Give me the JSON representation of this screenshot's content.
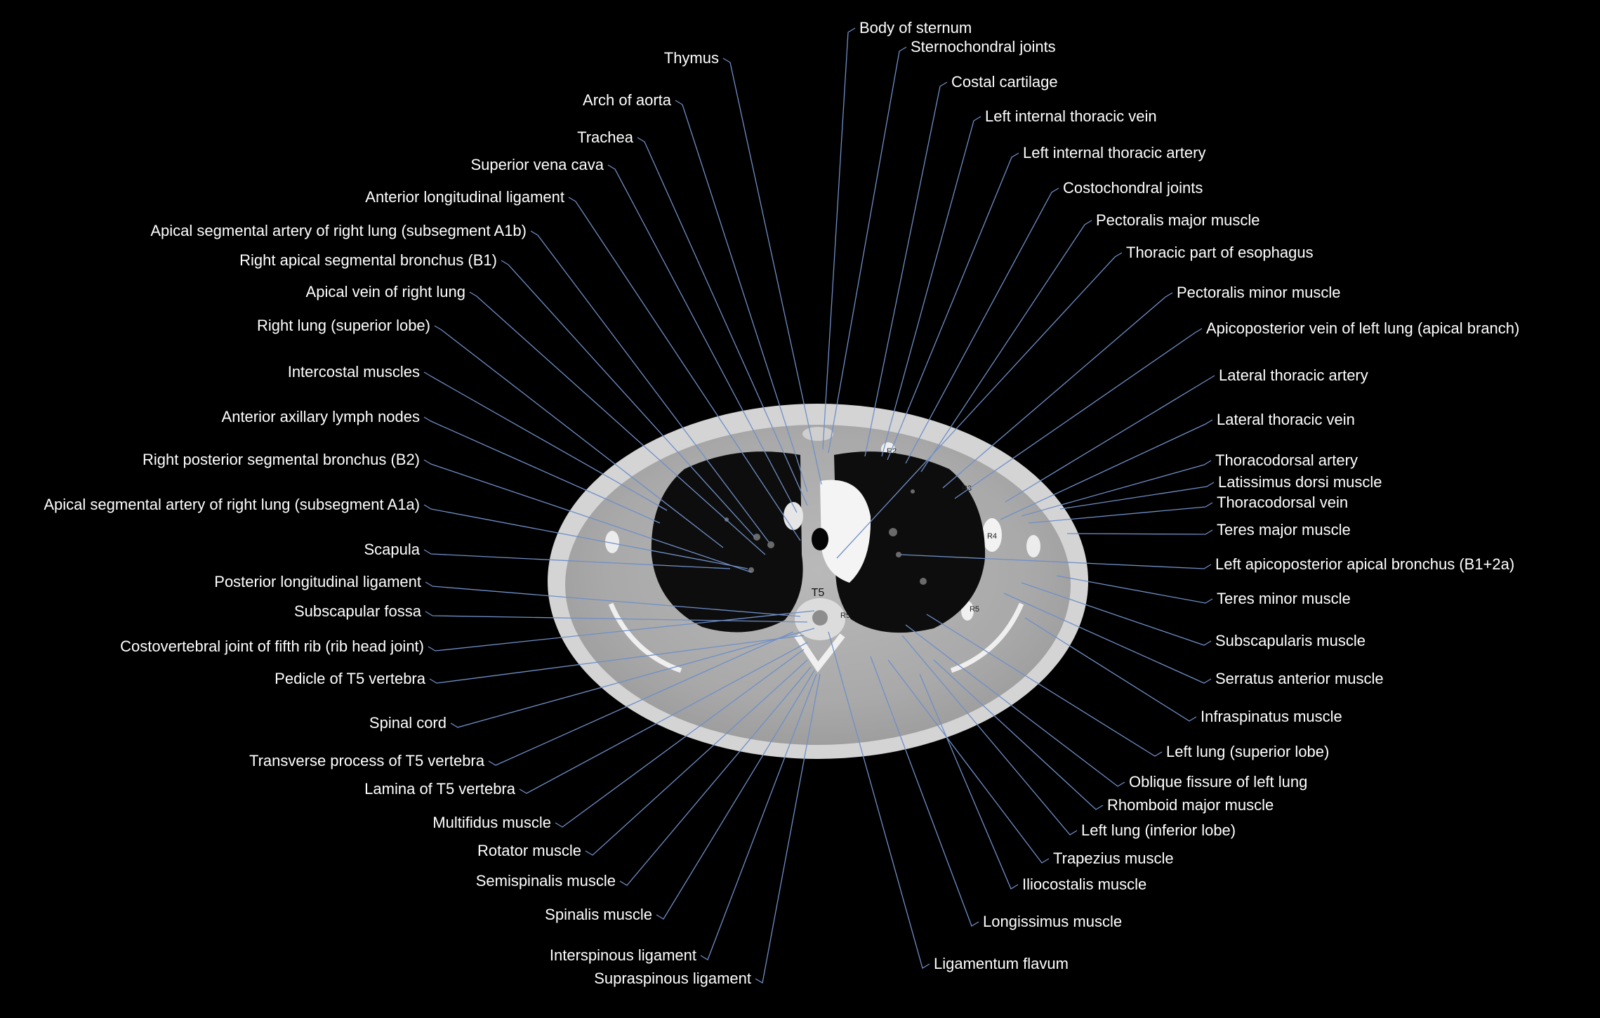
{
  "diagram": {
    "image_description": "Axial chest CT slice at the level of the T5 vertebra",
    "vertebra_label": "T5",
    "rib_markers": [
      "R2",
      "R3",
      "R4",
      "R5",
      "R5"
    ],
    "colors": {
      "background": "#000000",
      "label_text": "#ffffff",
      "leader_line": "#6f8fc7"
    },
    "labels_left": [
      "Thymus",
      "Arch of aorta",
      "Trachea",
      "Superior vena cava",
      "Anterior longitudinal ligament",
      "Apical segmental artery of right lung (subsegment A1b)",
      "Right apical segmental bronchus (B1)",
      "Apical vein of right lung",
      "Right lung (superior lobe)",
      "Intercostal muscles",
      "Anterior axillary lymph nodes",
      "Right posterior segmental bronchus (B2)",
      "Apical segmental artery of right lung (subsegment A1a)",
      "Scapula",
      "Posterior longitudinal ligament",
      "Subscapular fossa",
      "Costovertebral joint of fifth rib (rib head joint)",
      "Pedicle of T5 vertebra",
      "Spinal cord",
      "Transverse process of T5 vertebra",
      "Lamina of T5 vertebra",
      "Multifidus muscle",
      "Rotator muscle",
      "Semispinalis muscle",
      "Spinalis muscle",
      "Interspinous ligament",
      "Supraspinous ligament"
    ],
    "labels_right": [
      "Body of sternum",
      "Sternochondral joints",
      "Costal cartilage",
      "Left internal thoracic vein",
      "Left internal thoracic artery",
      "Costochondral joints",
      "Pectoralis major muscle",
      "Thoracic part of esophagus",
      "Pectoralis minor muscle",
      "Apicoposterior vein of left lung (apical branch)",
      "Lateral thoracic artery",
      "Lateral thoracic vein",
      "Thoracodorsal artery",
      "Latissimus dorsi muscle",
      "Thoracodorsal vein",
      "Teres major muscle",
      "Left apicoposterior apical bronchus (B1+2a)",
      "Teres minor muscle",
      "Subscapularis muscle",
      "Serratus anterior muscle",
      "Infraspinatus muscle",
      "Left lung (superior lobe)",
      "Oblique fissure of left lung",
      "Rhomboid major muscle",
      "Left lung (inferior lobe)",
      "Trapezius muscle",
      "Iliocostalis muscle",
      "Longissimus muscle",
      "Ligamentum flavum"
    ]
  }
}
